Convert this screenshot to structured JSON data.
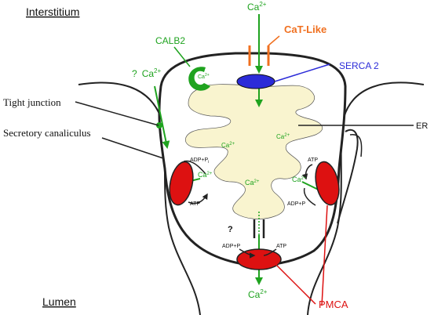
{
  "labels": {
    "interstitium": "Interstitium",
    "lumen": "Lumen",
    "tight_junction": "Tight junction",
    "secretory_canaliculus": "Secretory canaliculus",
    "er": "ER",
    "cat_like": "CaT-Like",
    "calb2": "CALB2",
    "serca2": "SERCA 2",
    "pmca": "PMCA"
  },
  "ions": {
    "ca_top": "Ca",
    "ca_left_question": "?",
    "ca_left": "Ca",
    "ca_calb2": "Ca",
    "ca_er_1": "Ca",
    "ca_er_2": "Ca",
    "ca_er_3": "Ca",
    "ca_left_pump": "Ca",
    "ca_right_pump": "Ca",
    "ca_bottom": "Ca",
    "superscript": "2+"
  },
  "pump_labels": {
    "left_adp": "ADP+P",
    "left_adp_sub": "i",
    "left_atp": "ATP",
    "right_atp": "ATP",
    "right_adp": "ADP+P",
    "bottom_adp": "ADP+P",
    "bottom_atp": "ATP",
    "bottom_question": "?"
  },
  "colors": {
    "membrane": "#222222",
    "cytoplasm_er": "#f9f4cf",
    "ca_green": "#1fa31f",
    "pump_red": "#dd1111",
    "serca_blue": "#2b2bd8",
    "cat_orange": "#f07020"
  }
}
